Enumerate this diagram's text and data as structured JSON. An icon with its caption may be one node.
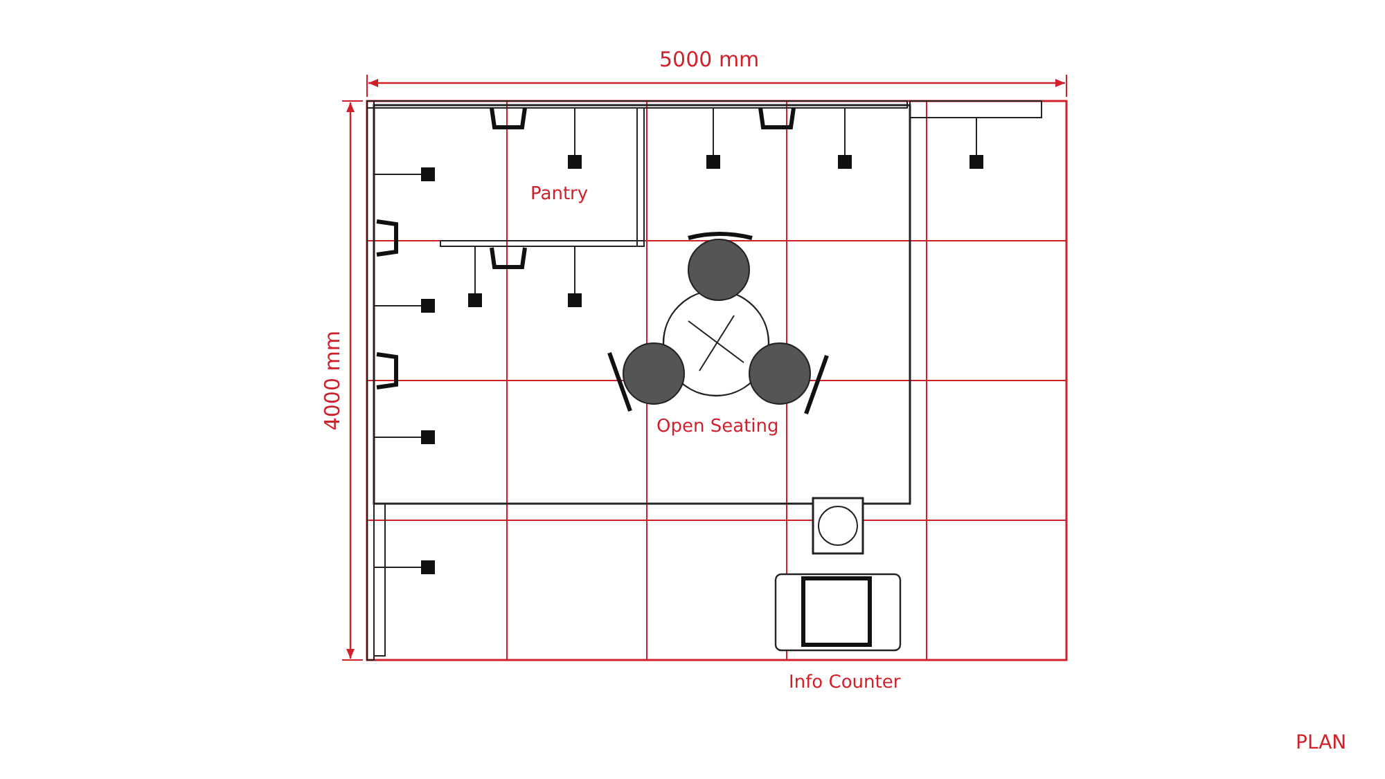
{
  "diagram": {
    "labels": [
      "5000 mm",
      "4000 mm",
      "Pantry",
      "Open Seating",
      "Info Counter",
      "PLAN"
    ]
  }
}
